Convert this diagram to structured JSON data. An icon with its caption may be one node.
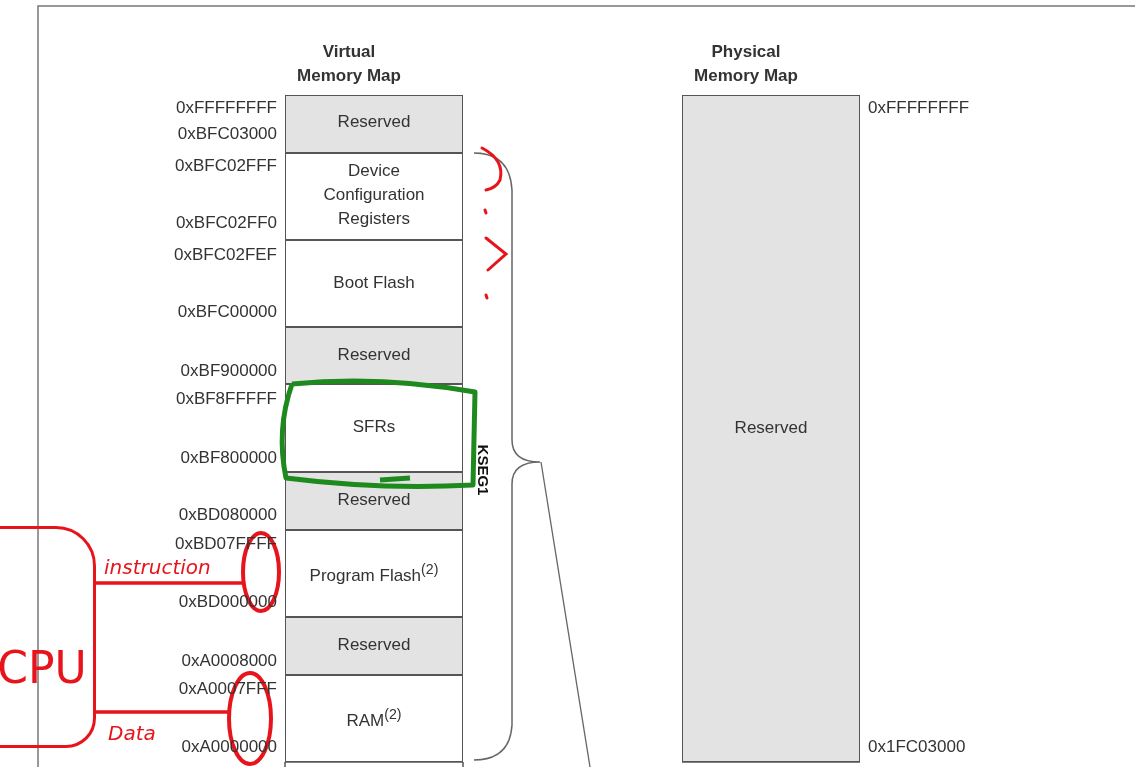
{
  "diagram": {
    "nodes": [
      {
        "text": [
          "Reserved"
        ]
      },
      {
        "text": [
          "Device Configuration Registers"
        ]
      },
      {
        "text": [
          "Boot Flash"
        ]
      },
      {
        "text": [
          "Reserved"
        ]
      },
      {
        "text": [
          "SFRs"
        ]
      },
      {
        "text": [
          "Reserved"
        ]
      },
      {
        "text": [
          "Program Flash$^{(2)}$"
        ]
      },
      {
        "text": [
          "Reserved"
        ]
      },
      {
        "text": [
          "RAM$^{(2)}$"
        ]
      },
      {
        "text": [
          "Reserved"
        ],
        "beside": [
          "0xFFFFFFFF",
          "0x1FC03000"
        ]
      },
      {
        "text": [
          "CPU"
        ]
      },
      {
        "text": [],
        "shape": "circle"
      },
      {
        "text": [],
        "shape": "circle"
      }
    ],
    "edges": [
      {
        "from": 10,
        "to": 11,
        "arrow": "none",
        "label": "instruction"
      },
      {
        "from": 10,
        "to": 12,
        "arrow": "none",
        "label": "Data"
      }
    ],
    "labels": [
      "Virtual Memory Map",
      "Physical Memory Map",
      "0xFFFFFFFF",
      "0xBFC03000",
      "0xBFC02FFF",
      "0xBFC02FF0",
      "0xBFC02FEF",
      "0xBFC00000",
      "0xBF900000",
      "0xBF8FFFFF",
      "0xBF800000",
      "KSEG1",
      "0xBD080000",
      "0xBD07FFFF",
      "0xBD000000",
      "0xA0008000",
      "0xA0007FFF",
      "0xA0000000"
    ]
  }
}
